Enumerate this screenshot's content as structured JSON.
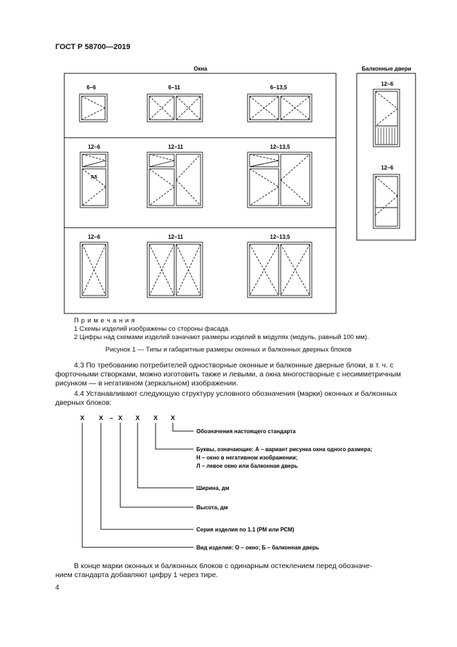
{
  "header": {
    "standard": "ГОСТ Р 58700—2019"
  },
  "figure": {
    "windows_title": "Окна",
    "doors_title": "Балконные двери",
    "windows": [
      {
        "label": "6–6"
      },
      {
        "label": "6–11"
      },
      {
        "label": "6–13,5"
      },
      {
        "label": "12–6"
      },
      {
        "label": "12–11"
      },
      {
        "label": "12–13,5"
      },
      {
        "label": "12–6"
      },
      {
        "label": "12–11"
      },
      {
        "label": "12–13,5"
      }
    ],
    "a5_mark": "А5",
    "doors": [
      {
        "label": "12–6"
      },
      {
        "label": "12–6"
      }
    ]
  },
  "notes": {
    "title": "П р и м е ч а н и я",
    "items": [
      "1  Схемы изделий изображены со стороны фасада.",
      "2  Цифры над схемами изделий означают размеры изделий в модулях (модуль, равный 100 мм)."
    ]
  },
  "caption": "Рисунок 1 — Типы и габаритные размеры оконных и балконных дверных блоков",
  "p43_line1": "4.3 По требованию потребителей одностворные оконные и балконные дверные блоки, в т. ч. с",
  "p43_line2": "форточными створками, можно изготовить также и левыми, а окна многостворные с несимметричным",
  "p43_line3": "рисунком — в негативном (зеркальном) изображении.",
  "p44_line1": "4.4 Устанавливают следующую структуру условного обозначения (марки) оконных и балконных",
  "p44_line2": "дверных блоков:",
  "marking": {
    "symbols": [
      "Х",
      "Х",
      "–",
      "Х",
      "Х",
      "Х",
      "Х"
    ],
    "dash": "–",
    "legend": [
      "Обозначения настоящего стандарта",
      "Буквы, означающие: А – вариант рисунка окна одного размера;",
      "Н – окно в негативном изображении;",
      "Л – левое окно или балконная дверь",
      "Ширина, дм",
      "Высота, дм",
      "Серия изделия по 1.1 (РМ или РСМ)",
      "Вид изделия: О – окно; Б – балконная дверь"
    ]
  },
  "final_line1": "В конце марки оконных и балконных блоков с одинарным остеклением перед обозначе-",
  "final_line2": "нием стандарта добавляют цифру 1 через тире.",
  "page_number": "4"
}
